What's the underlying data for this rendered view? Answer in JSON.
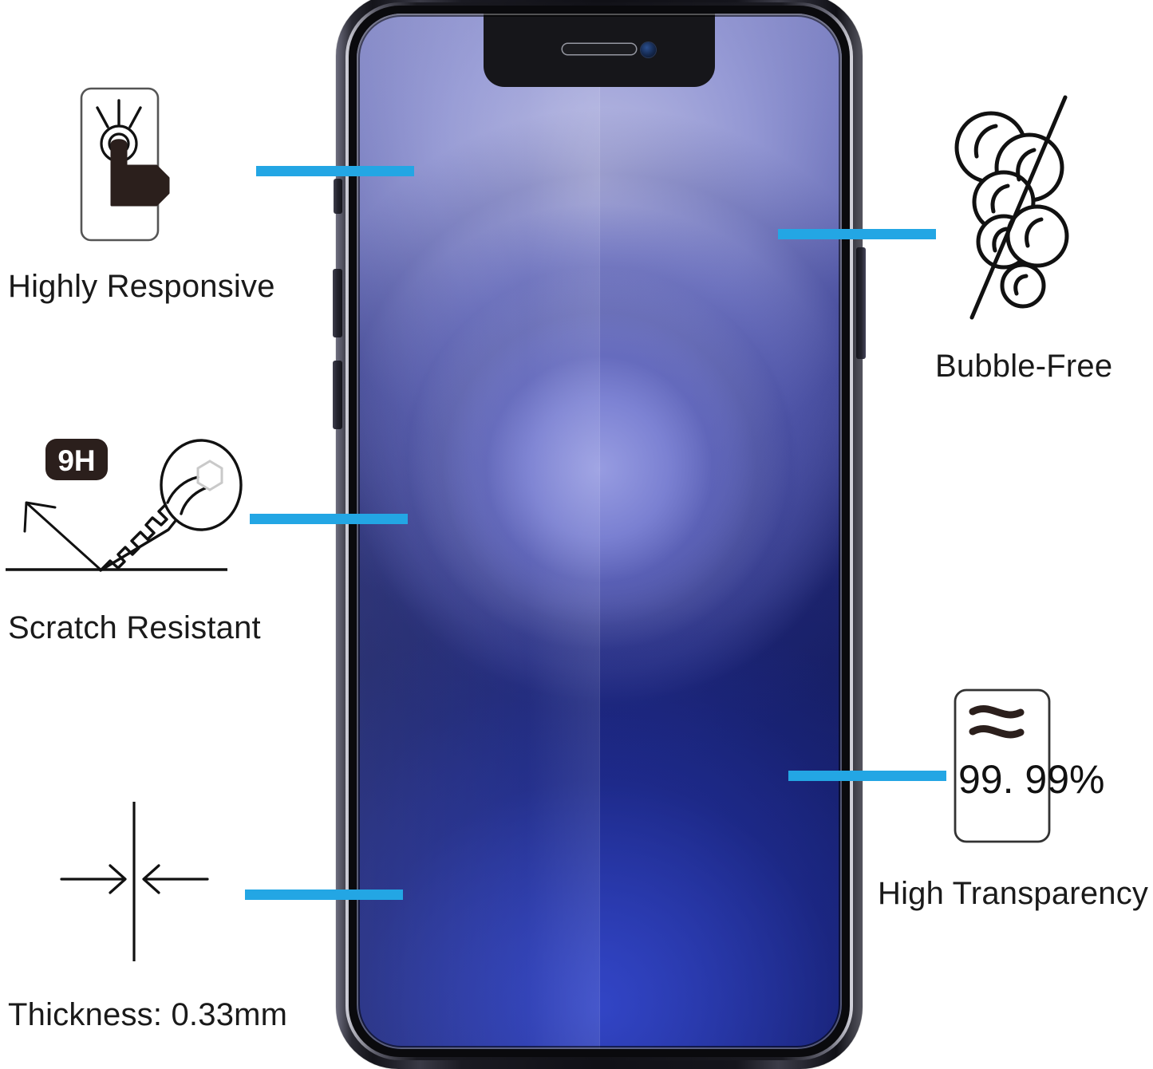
{
  "product": {
    "type": "tempered-glass-screen-protector",
    "device_shown": "smartphone-front-view"
  },
  "features": [
    {
      "id": "highly-responsive",
      "label": "Highly Responsive",
      "icon": "touch-finger-tap-icon",
      "side": "left"
    },
    {
      "id": "scratch-resistant",
      "label": "Scratch Resistant",
      "icon": "key-scratching-surface-icon",
      "badge": "9H",
      "side": "left"
    },
    {
      "id": "thickness",
      "label": "Thickness: 0.33mm",
      "icon": "thickness-arrows-icon",
      "side": "left"
    },
    {
      "id": "bubble-free",
      "label": "Bubble-Free",
      "icon": "no-bubbles-icon",
      "side": "right"
    },
    {
      "id": "high-transparency",
      "label": "High Transparency",
      "icon": "transparency-screen-icon",
      "value": "99. 99%",
      "side": "right"
    }
  ],
  "colors": {
    "connector_blue": "#23A6E4",
    "label_text": "#1a1a1a",
    "badge_background": "#2B1F1C",
    "badge_text": "#ffffff",
    "icon_stroke": "#1a1a1a",
    "background": "#ffffff"
  },
  "phone": {
    "notch": "speaker-and-camera",
    "buttons": [
      "mute-switch",
      "volume-up",
      "volume-down",
      "power-button"
    ]
  }
}
